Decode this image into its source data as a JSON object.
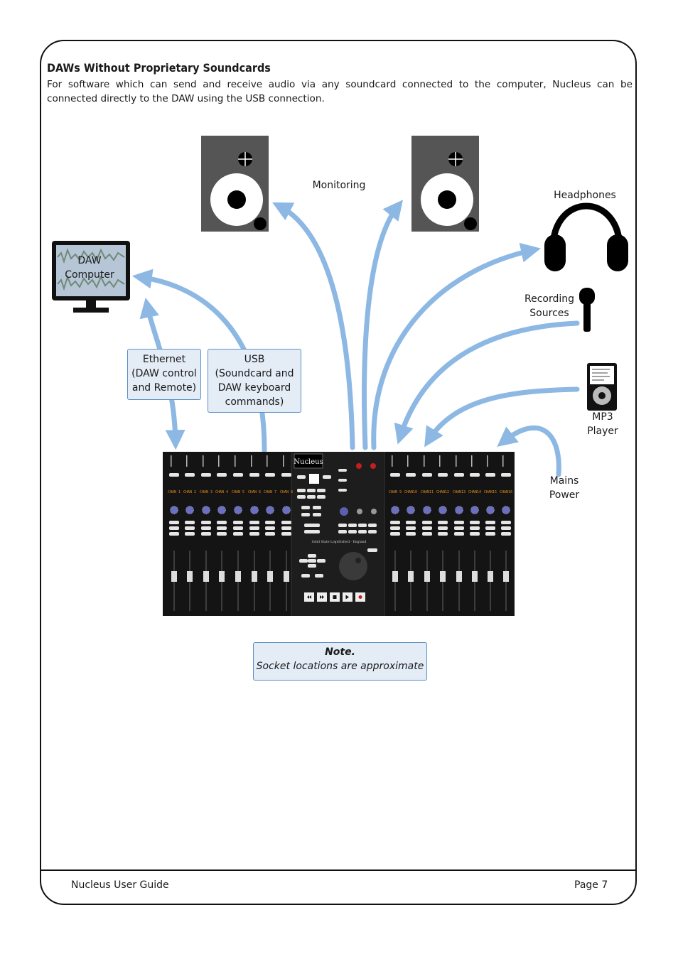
{
  "heading": "DAWs Without Proprietary Soundcards",
  "intro": "For software which can send and receive audio via any soundcard connected to the computer, Nucleus can be connected directly to the DAW using the USB connection.",
  "labels": {
    "monitoring": "Monitoring",
    "headphones": "Headphones",
    "daw_line1": "DAW",
    "daw_line2": "Computer",
    "recording_line1": "Recording",
    "recording_line2": "Sources",
    "mp3_line1": "MP3",
    "mp3_line2": "Player",
    "mains_line1": "Mains",
    "mains_line2": "Power"
  },
  "ethernet_box": [
    "Ethernet",
    "(DAW control",
    "and Remote)"
  ],
  "usb_box": [
    "USB",
    "(Soundcard and",
    "DAW keyboard",
    "commands)"
  ],
  "console": {
    "logo": "Nucleus",
    "channels_left": [
      "CHAN 1",
      "CHAN 2",
      "CHAN 3",
      "CHAN 4",
      "CHAN 5",
      "CHAN 6",
      "CHAN 7",
      "CHAN 8"
    ],
    "channels_right": [
      "CHAN 9",
      "CHAN10",
      "CHAN11",
      "CHAN12",
      "CHAN13",
      "CHAN14",
      "CHAN15",
      "CHAN16"
    ],
    "maker": "Solid State Logic",
    "place": "Oxford  ·  England"
  },
  "note": {
    "title": "Note.",
    "text": "Socket locations are approximate"
  },
  "footer": {
    "left": "Nucleus User Guide",
    "right": "Page 7"
  },
  "colors": {
    "arrow": "#8db8e3",
    "box_fill": "#e4ecf6",
    "box_border": "#5b8ec7",
    "console": "#141414"
  }
}
